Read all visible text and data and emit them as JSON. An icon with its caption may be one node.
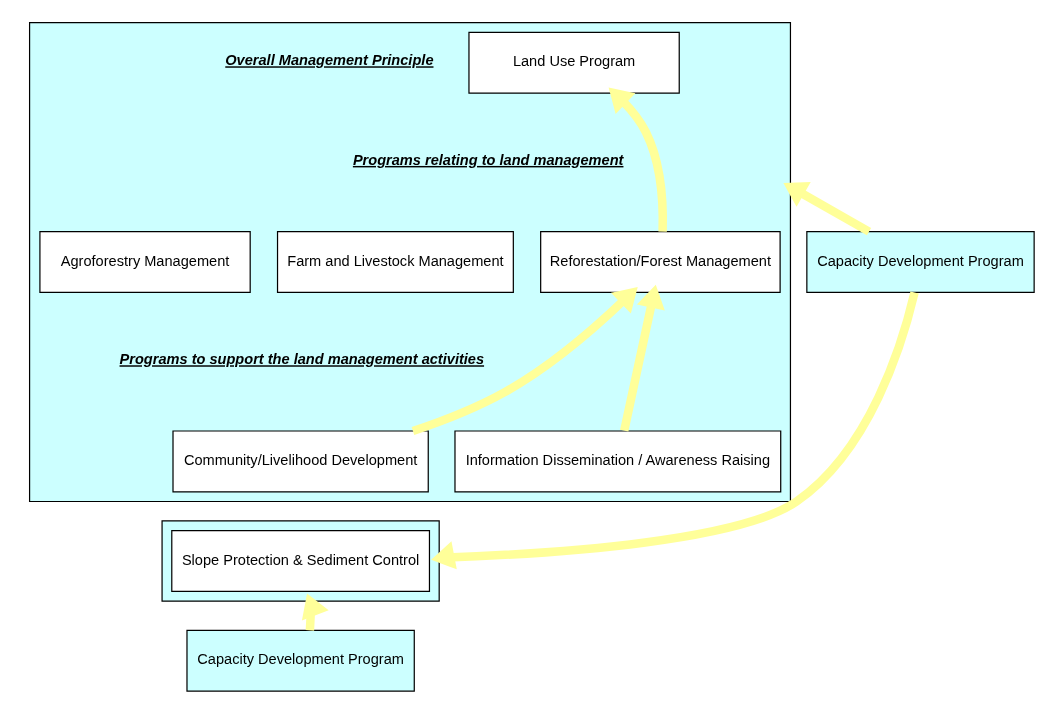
{
  "diagram": {
    "nodes": [
      {
        "text": [],
        "shape": "box"
      },
      {
        "text": [
          "Land Use Program"
        ],
        "in": 0
      },
      {
        "text": [
          "Farm and Livestock Management"
        ],
        "in": 0
      },
      {
        "text": [
          "Reforestation/Forest Management"
        ],
        "in": 0
      },
      {
        "text": [
          "Agroforestry Management"
        ],
        "in": 0
      },
      {
        "text": [
          "Community/Livelihood Development"
        ],
        "in": 0
      },
      {
        "text": [
          "Information Dissemination / Awareness Raising"
        ],
        "in": 0
      },
      {
        "text": [],
        "shape": "box"
      },
      {
        "text": [
          "Slope Protection & Sediment Control"
        ],
        "in": 7
      },
      {
        "text": [
          "Capacity Development Program"
        ]
      },
      {
        "text": [
          "Capacity Development Program"
        ]
      }
    ],
    "edges": [
      {
        "from": 3,
        "to": 1,
        "arrow": "to",
        "color": "#ffff99"
      },
      {
        "from": 5,
        "to": 3,
        "arrow": "to",
        "color": "#ffff99"
      },
      {
        "from": 6,
        "to": 3,
        "arrow": "to",
        "color": "#ffff99"
      },
      {
        "from": 9,
        "to": 0,
        "arrow": "to",
        "color": "#ffff99"
      },
      {
        "from": 9,
        "to": 7,
        "arrow": "to",
        "color": "#ffff99"
      },
      {
        "from": 10,
        "to": 7,
        "arrow": "to",
        "color": "#ffff99"
      }
    ],
    "labels": [
      "Overall Management Principle",
      "Programs relating to land management",
      "Programs to support the land management activities"
    ]
  }
}
